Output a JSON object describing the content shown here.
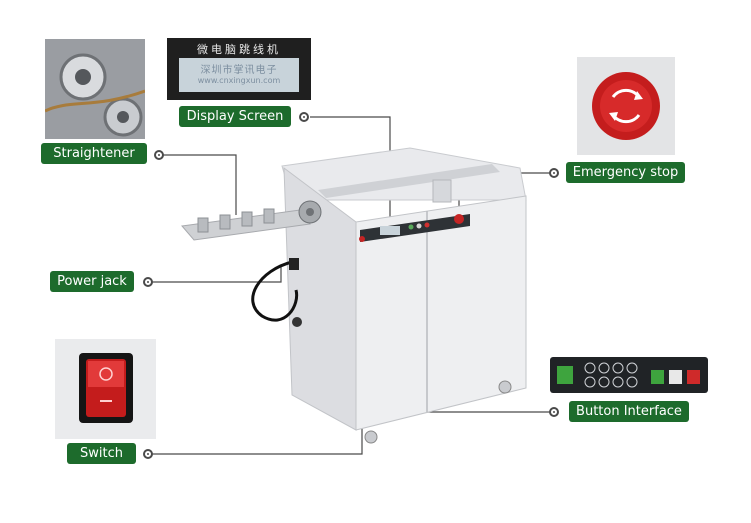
{
  "labels": {
    "straightener": "Straightener",
    "display_screen": "Display Screen",
    "emergency_stop": "Emergency stop",
    "power_jack": "Power jack",
    "switch": "Switch",
    "button_interface": "Button Interface"
  },
  "lcd": {
    "header": "微电脑跳线机",
    "line1": "深圳市掌讯电子",
    "line2": "www.cnxingxun.com"
  },
  "colors": {
    "label_bg": "#1d6b2c",
    "label_text": "#ffffff",
    "leader_line": "#4a4a4a"
  }
}
